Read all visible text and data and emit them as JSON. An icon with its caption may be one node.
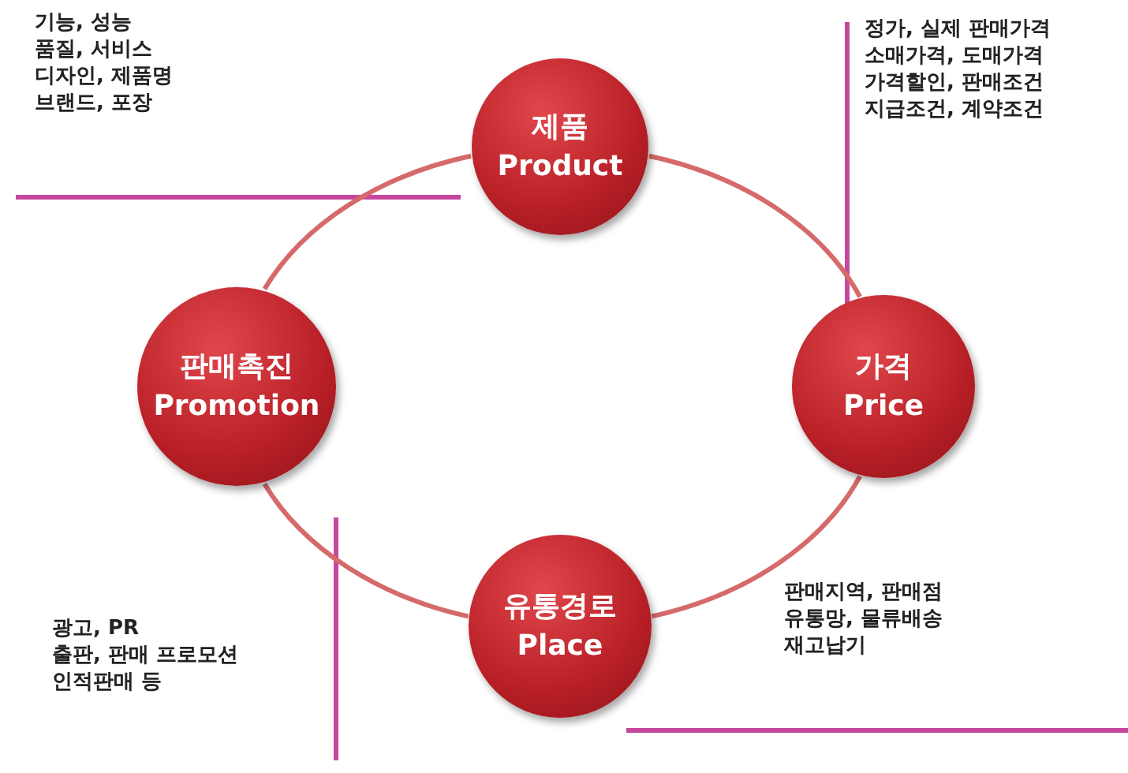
{
  "diagram": {
    "nodes": [
      {
        "text": [
          "제품",
          "Product"
        ],
        "beside": [
          "기능, 성능",
          "품질, 서비스",
          "디자인, 제품명",
          "브랜드, 포장"
        ]
      },
      {
        "text": [
          "가격",
          "Price"
        ],
        "beside": [
          "정가, 실제 판매가격",
          "소매가격, 도매가격",
          "가격할인, 판매조건",
          "지급조건, 계약조건"
        ]
      },
      {
        "text": [
          "유통경로",
          "Place"
        ],
        "beside": [
          "판매지역, 판매점",
          "유통망, 물류배송",
          "재고납기"
        ]
      },
      {
        "text": [
          "판매촉진",
          "Promotion"
        ],
        "beside": [
          "광고, PR",
          "출판, 판매 프로모션",
          "인적판매 등"
        ]
      }
    ],
    "edges": [
      {
        "from": 0,
        "to": 1,
        "arrow": "none"
      },
      {
        "from": 1,
        "to": 2,
        "arrow": "none"
      },
      {
        "from": 2,
        "to": 3,
        "arrow": "none"
      },
      {
        "from": 3,
        "to": 0,
        "arrow": "none"
      }
    ]
  }
}
